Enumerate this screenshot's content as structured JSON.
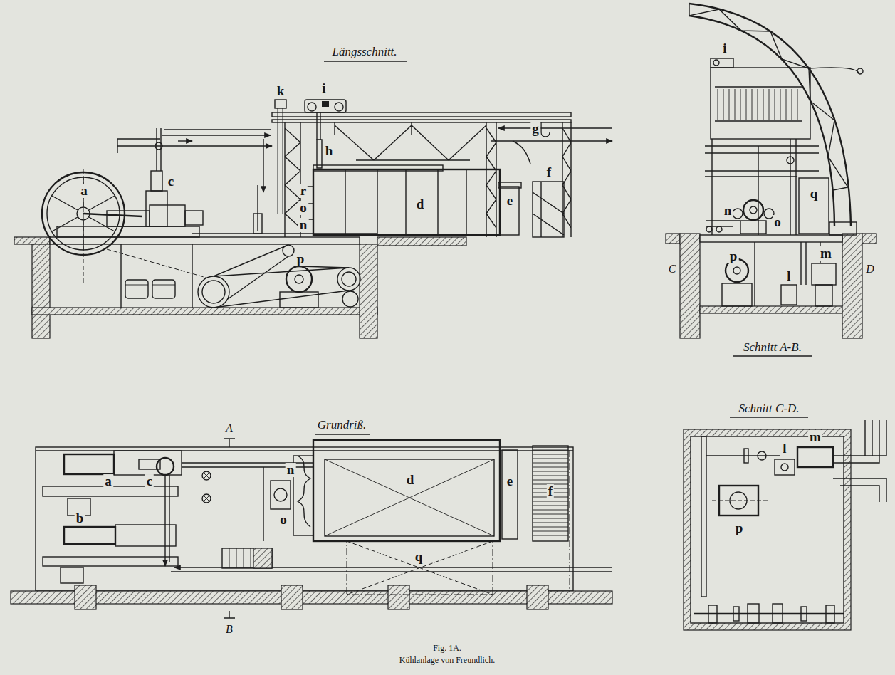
{
  "diagram": {
    "caption": "Kühlanlage von Freundlich.",
    "labels": [
      "Längsschnitt.",
      "k",
      "i",
      "h",
      "g",
      "a",
      "c",
      "r",
      "o",
      "n",
      "d",
      "e",
      "f",
      "p",
      "Schnitt A-B.",
      "i",
      "q",
      "o",
      "n",
      "p",
      "l",
      "m",
      "C",
      "D",
      "Grundriß.",
      "A",
      "a",
      "c",
      "b",
      "n",
      "o",
      "d",
      "e",
      "f",
      "q",
      "B",
      "Schnitt C-D.",
      "m",
      "l",
      "p",
      "Fig. 1A."
    ]
  }
}
